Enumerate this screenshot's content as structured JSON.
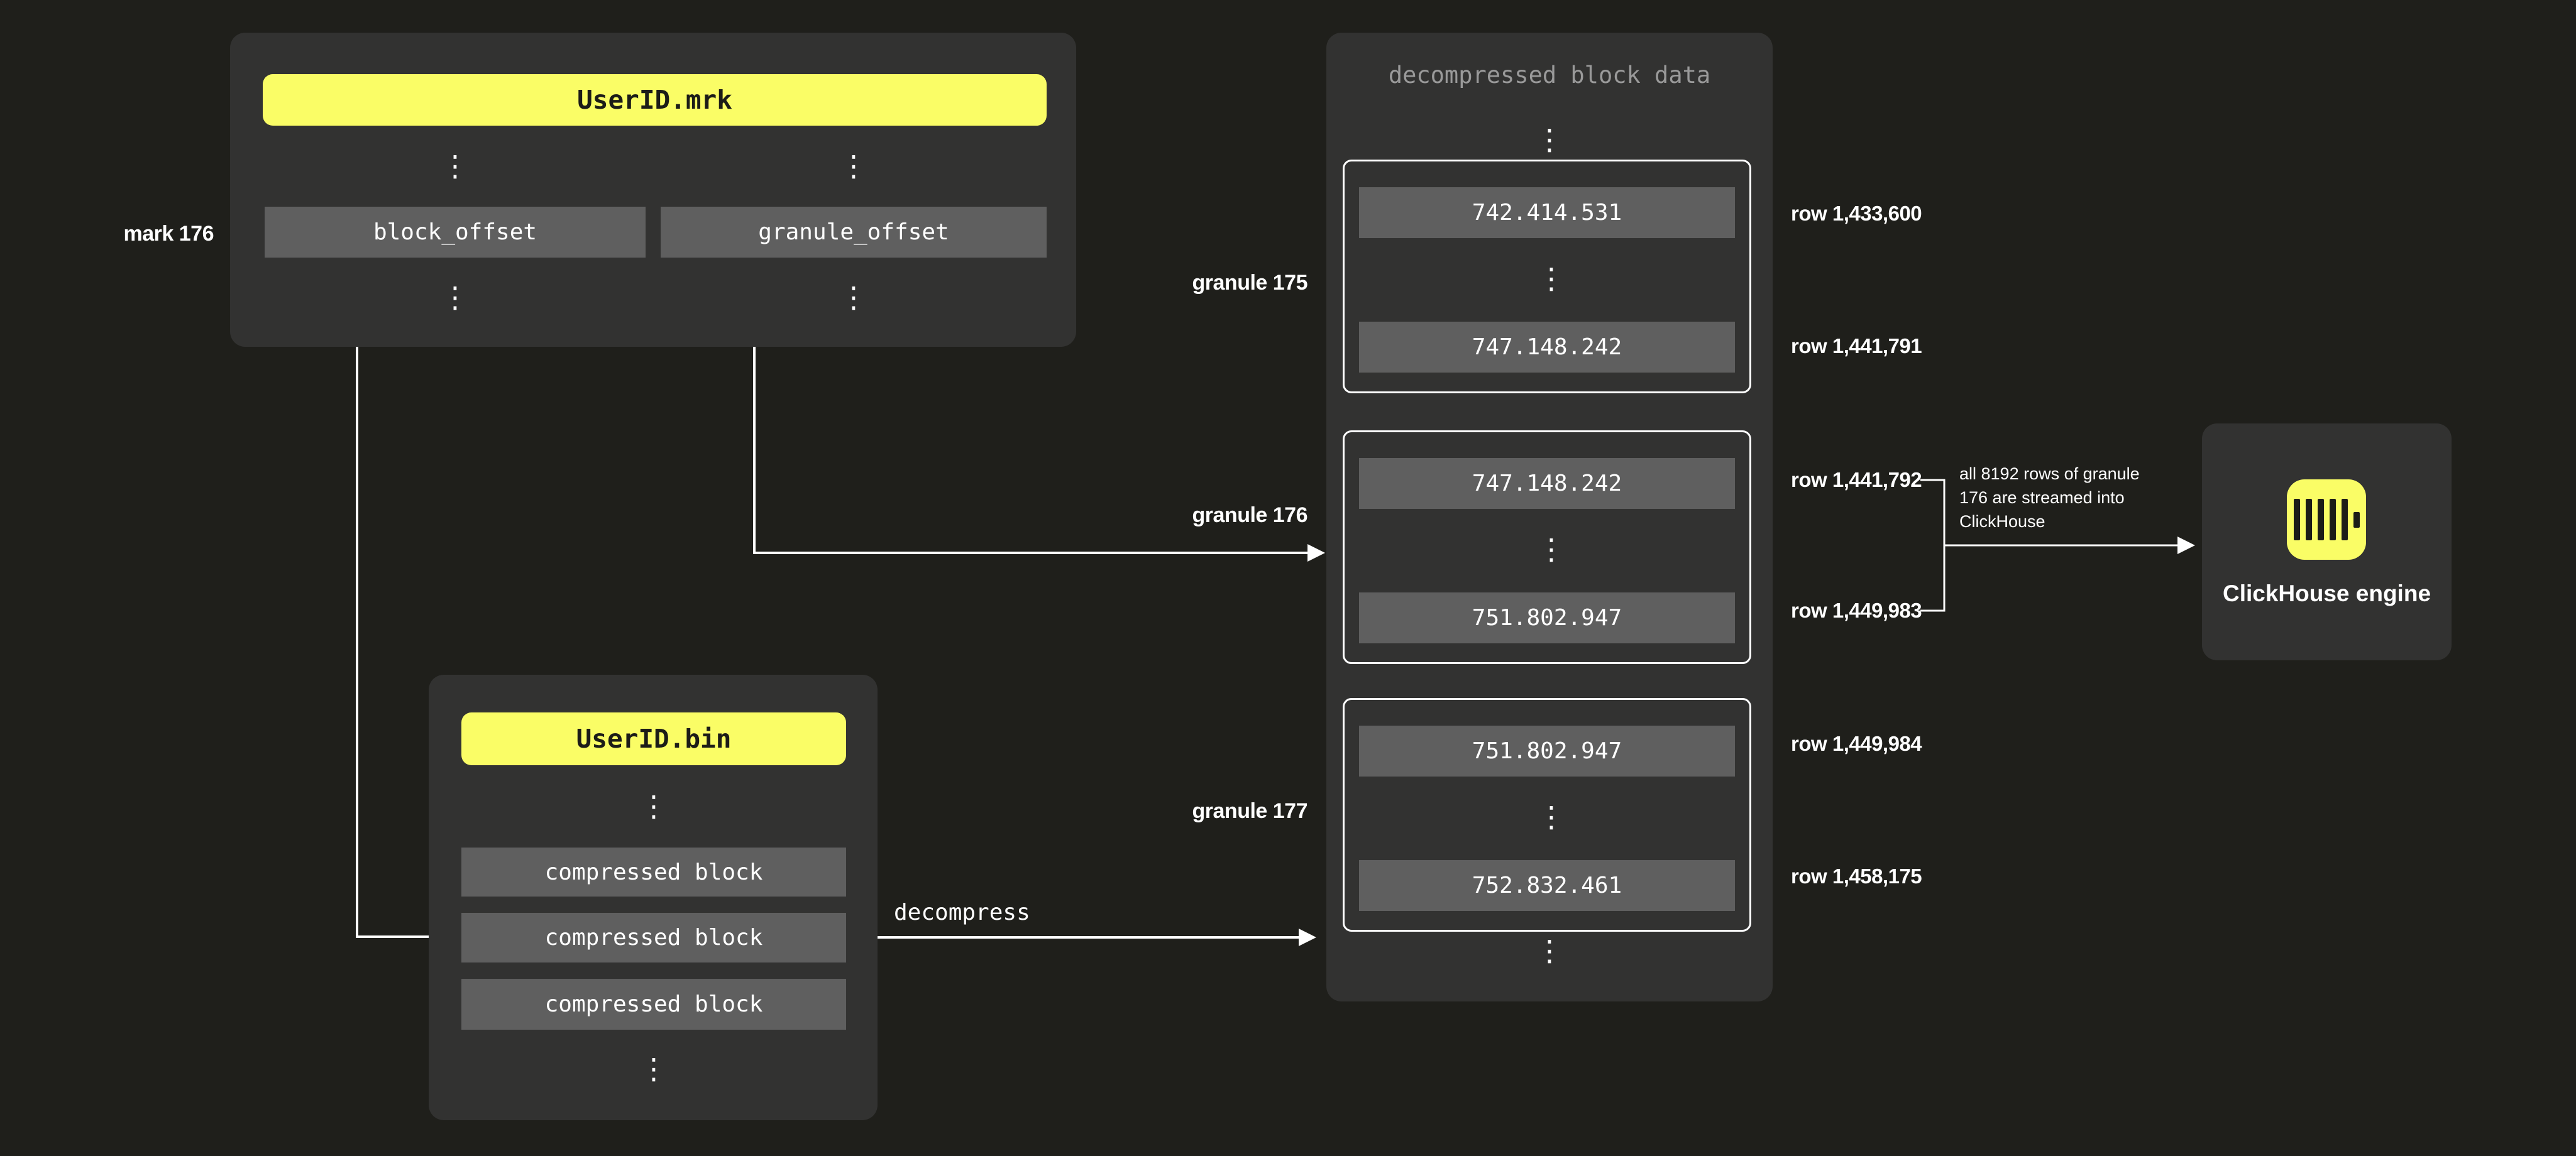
{
  "ellipsis": "⋮",
  "colors": {
    "background": "#1f1f1b",
    "panel": "#323231",
    "box_grey": "#5f5f5f",
    "accent_yellow": "#fafd66",
    "muted_text": "#9a9a9a",
    "text": "#ffffff"
  },
  "mrk_file": {
    "title": "UserID.mrk",
    "mark_label": "mark 176",
    "fields": [
      {
        "label": "block_offset"
      },
      {
        "label": "granule_offset"
      }
    ]
  },
  "bin_file": {
    "title": "UserID.bin",
    "blocks": [
      "compressed block",
      "compressed block",
      "compressed block"
    ]
  },
  "decompress_label": "decompress",
  "decompressed": {
    "title": "decompressed block data",
    "granules": [
      {
        "label": "granule 175",
        "first_value": "742.414.531",
        "last_value": "747.148.242",
        "first_row": "row 1,433,600",
        "last_row": "row 1,441,791"
      },
      {
        "label": "granule 176",
        "first_value": "747.148.242",
        "last_value": "751.802.947",
        "first_row": "row 1,441,792",
        "last_row": "row 1,449,983"
      },
      {
        "label": "granule 177",
        "first_value": "751.802.947",
        "last_value": "752.832.461",
        "first_row": "row 1,449,984",
        "last_row": "row 1,458,175"
      }
    ]
  },
  "annotation": {
    "lines": [
      "all 8192 rows of granule",
      "176 are streamed into",
      "ClickHouse"
    ]
  },
  "engine": {
    "label": "ClickHouse engine"
  }
}
